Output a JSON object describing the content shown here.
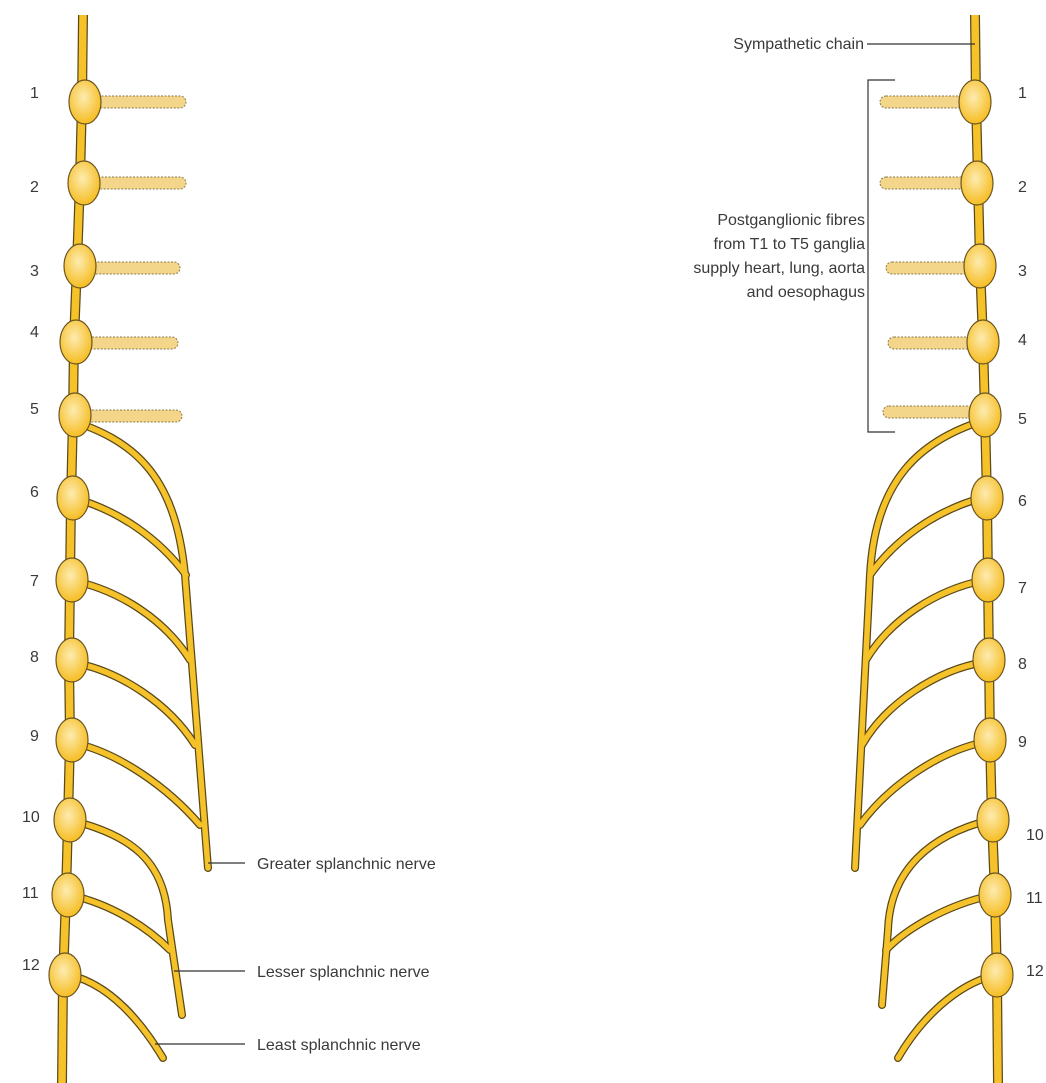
{
  "labels": {
    "sympathetic_chain": "Sympathetic chain",
    "postganglionic": [
      "Postganglionic fibres",
      "from T1 to T5 ganglia",
      "supply heart, lung, aorta",
      "and oesophagus"
    ],
    "greater_splanchnic": "Greater splanchnic nerve",
    "lesser_splanchnic": "Lesser splanchnic nerve",
    "least_splanchnic": "Least splanchnic nerve"
  },
  "ganglia_numbers": [
    "1",
    "2",
    "3",
    "4",
    "5",
    "6",
    "7",
    "8",
    "9",
    "10",
    "11",
    "12"
  ],
  "colors": {
    "nerve_fill": "#F6C22A",
    "nerve_outline": "#5a4a1a",
    "ganglion_fill": "#F8C63A",
    "fibre_fill": "#F4D68A"
  }
}
